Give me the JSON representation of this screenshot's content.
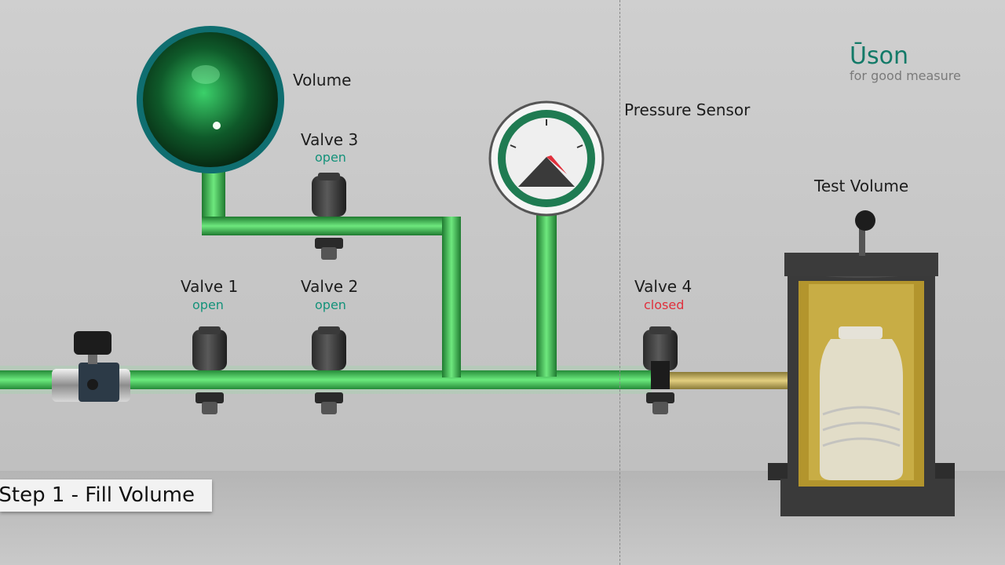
{
  "labels": {
    "volume": "Volume",
    "pressure_sensor": "Pressure Sensor",
    "test_volume": "Test Volume"
  },
  "valves": {
    "valve1": {
      "name": "Valve 1",
      "state": "open"
    },
    "valve2": {
      "name": "Valve 2",
      "state": "open"
    },
    "valve3": {
      "name": "Valve 3",
      "state": "open"
    },
    "valve4": {
      "name": "Valve 4",
      "state": "closed"
    }
  },
  "step": {
    "text": "Step 1 - Fill Volume"
  },
  "brand": {
    "word": "Ūson",
    "tagline": "for good measure"
  },
  "colors": {
    "pipe_green": "#3fbf5a",
    "pipe_gold": "#c9b25c",
    "open": "#14927a",
    "closed": "#e0303c"
  }
}
